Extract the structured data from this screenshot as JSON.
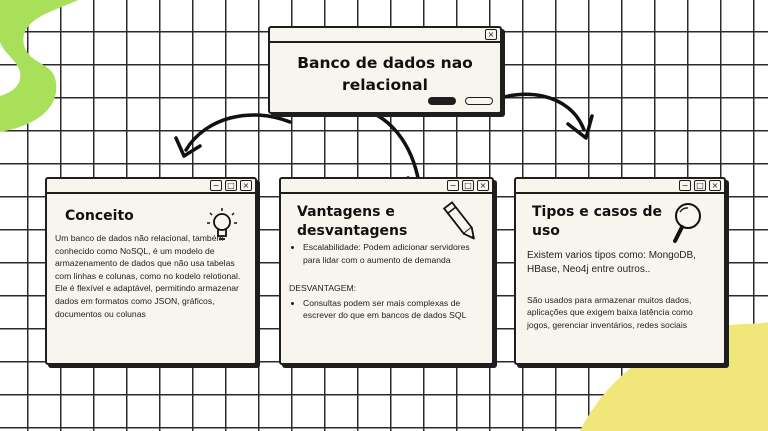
{
  "main": {
    "title_line1": "Banco de dados nao",
    "title_line2": "relacional",
    "close_symbol": "×"
  },
  "window_controls": {
    "minimize": "−",
    "maximize": "□",
    "close": "×"
  },
  "cards": {
    "conceito": {
      "title": "Conceito",
      "text": "Um banco de dados não relacional, também conhecido como NoSQL, é um modelo de armazenamento de dados que não usa tabelas com linhas e colunas, como no kodelo relotional. Ele é flexível e adaptável, permitindo armazenar dados em formatos como JSON, gráficos, documentos ou colunas"
    },
    "vantagens": {
      "title_line1": "Vantagens e",
      "title_line2": "desvantagens",
      "bullet1": "Escalabilidade: Podem adicionar servidores para lidar com o aumento de demanda",
      "disadvantage_label": "DESVANTAGEM:",
      "bullet2": "Consultas podem ser mais complexas de escrever do que em bancos de dados SQL"
    },
    "tipos": {
      "title_line1": "Tipos e casos de",
      "title_line2": "uso",
      "text1": "Existem varios tipos como: MongoDB, HBase, Neo4j entre outros..",
      "text2": "São usados para armazenar muitos dados, aplicações que exigem baixa latência como jogos, gerenciar inventários, redes sociais"
    }
  },
  "icons": {
    "bulb": "lightbulb-icon",
    "pencil": "pencil-icon",
    "magnifier": "magnifier-icon"
  },
  "colors": {
    "window_bg": "#f7f5ee",
    "outline": "#1e1e1e",
    "green_blob": "#a9e05a",
    "yellow_blob": "#f1e67a"
  }
}
